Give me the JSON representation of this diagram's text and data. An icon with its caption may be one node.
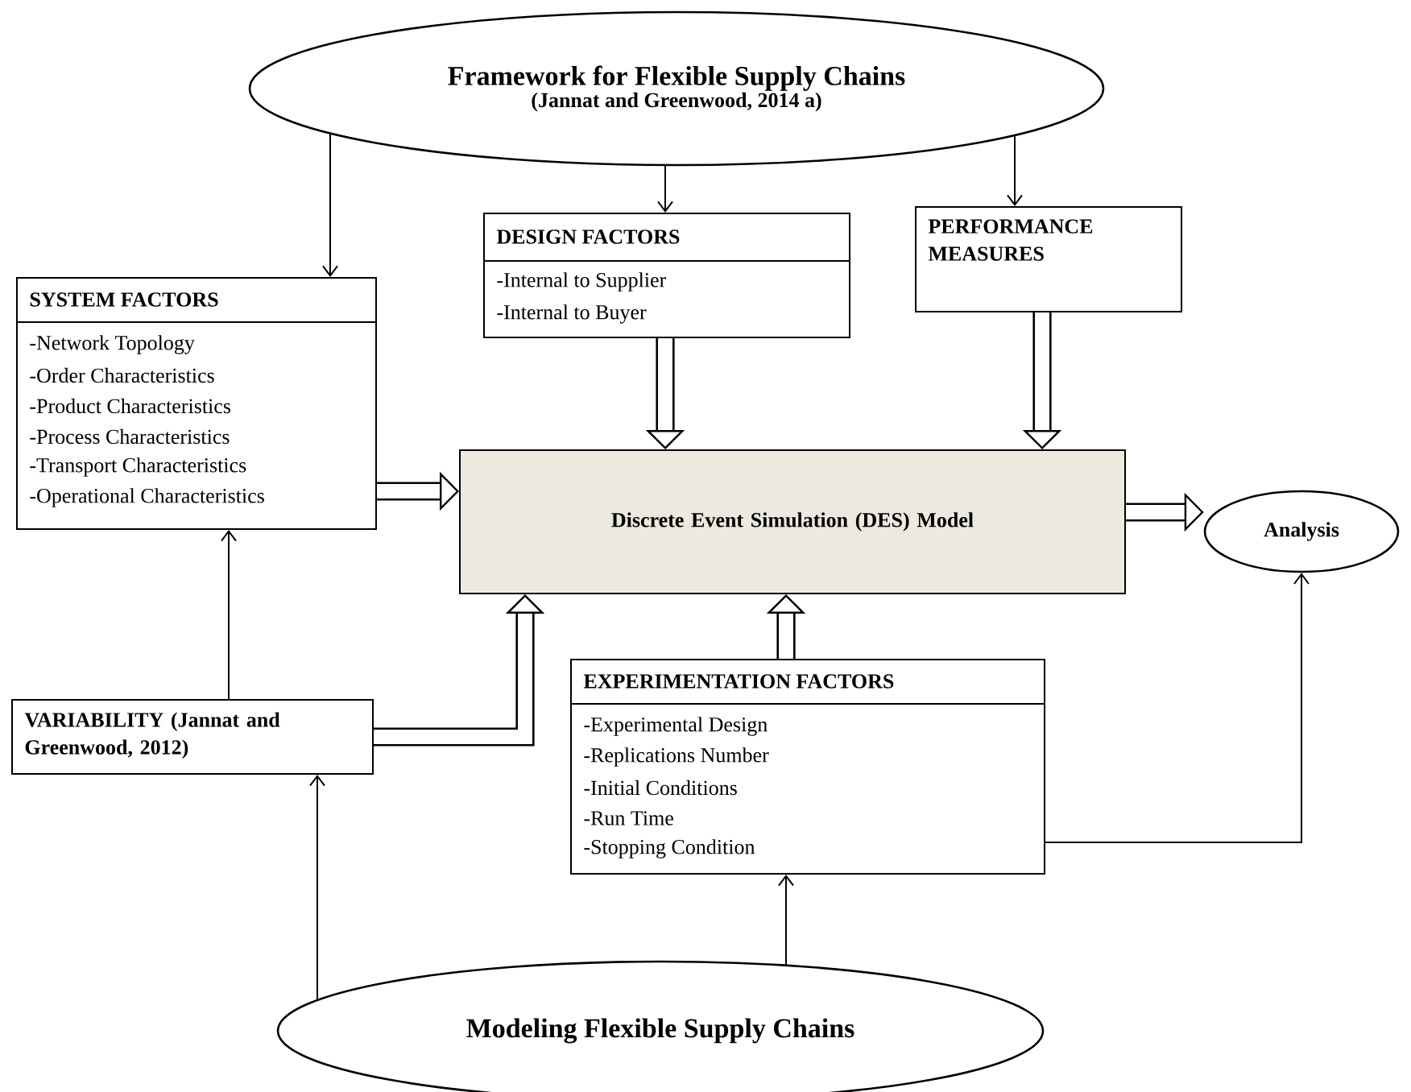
{
  "diagram": {
    "nodes": [
      {
        "text": [
          "Framework for Flexible Supply Chains",
          "(Jannat and Greenwood, 2014 a)"
        ]
      },
      {
        "text": [
          "DESIGN FACTORS",
          "-Internal to Supplier",
          "-Internal to Buyer"
        ]
      },
      {
        "text": [
          "PERFORMANCE MEASURES"
        ]
      },
      {
        "text": [
          "SYSTEM FACTORS",
          "-Network Topology",
          "-Order Characteristics",
          "-Product Characteristics",
          "-Process Characteristics",
          "-Transport Characteristics",
          "-Operational Characteristics"
        ]
      },
      {
        "text": [
          "Discrete Event Simulation (DES) Model"
        ]
      },
      {
        "text": [
          "Analysis"
        ]
      },
      {
        "text": [
          "VARIABILITY (Jannat and Greenwood, 2012)"
        ]
      },
      {
        "text": [
          "EXPERIMENTATION FACTORS",
          "-Experimental Design",
          "-Replications Number",
          "-Initial Conditions",
          "-Run Time",
          "-Stopping Condition"
        ]
      },
      {
        "text": [
          "Modeling Flexible Supply Chains"
        ]
      }
    ],
    "edges": [
      {
        "from": 0,
        "to": 3,
        "arrow": "to"
      },
      {
        "from": 0,
        "to": 1,
        "arrow": "to"
      },
      {
        "from": 0,
        "to": 2,
        "arrow": "to"
      },
      {
        "from": 1,
        "to": 4,
        "arrow": "to",
        "style": "thick"
      },
      {
        "from": 2,
        "to": 4,
        "arrow": "to",
        "style": "thick"
      },
      {
        "from": 3,
        "to": 4,
        "arrow": "to",
        "style": "thick"
      },
      {
        "from": 4,
        "to": 5,
        "arrow": "to",
        "style": "thick"
      },
      {
        "from": 6,
        "to": 3,
        "arrow": "to"
      },
      {
        "from": 6,
        "to": 4,
        "arrow": "to",
        "style": "thick"
      },
      {
        "from": 7,
        "to": 4,
        "arrow": "to",
        "style": "thick"
      },
      {
        "from": 7,
        "to": 5,
        "arrow": "to"
      },
      {
        "from": 8,
        "to": 6,
        "arrow": "to"
      },
      {
        "from": 8,
        "to": 7,
        "arrow": "to"
      }
    ]
  }
}
